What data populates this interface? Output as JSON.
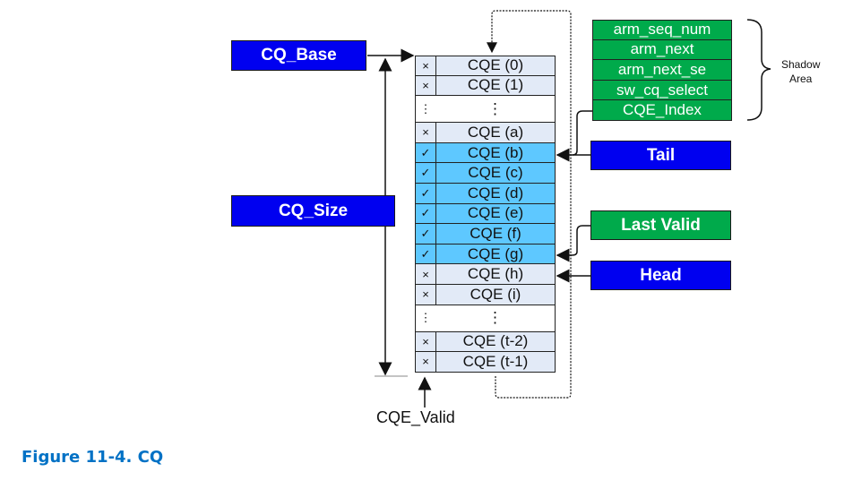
{
  "pointers": {
    "cq_base": "CQ_Base",
    "cq_size": "CQ_Size",
    "tail": "Tail",
    "last_valid": "Last Valid",
    "head": "Head"
  },
  "queue": {
    "rows": [
      {
        "flag": "×",
        "name": "CQE (0)",
        "state": "invalid"
      },
      {
        "flag": "×",
        "name": "CQE (1)",
        "state": "invalid"
      },
      {
        "flag": "⋮",
        "name": "⋮",
        "state": "gap"
      },
      {
        "flag": "×",
        "name": "CQE (a)",
        "state": "invalid"
      },
      {
        "flag": "✓",
        "name": "CQE (b)",
        "state": "valid"
      },
      {
        "flag": "✓",
        "name": "CQE (c)",
        "state": "valid"
      },
      {
        "flag": "✓",
        "name": "CQE (d)",
        "state": "valid"
      },
      {
        "flag": "✓",
        "name": "CQE (e)",
        "state": "valid"
      },
      {
        "flag": "✓",
        "name": "CQE (f)",
        "state": "valid"
      },
      {
        "flag": "✓",
        "name": "CQE (g)",
        "state": "valid"
      },
      {
        "flag": "×",
        "name": "CQE (h)",
        "state": "invalid"
      },
      {
        "flag": "×",
        "name": "CQE (i)",
        "state": "invalid"
      },
      {
        "flag": "⋮",
        "name": "⋮",
        "state": "gap"
      },
      {
        "flag": "×",
        "name": "CQE (t-2)",
        "state": "invalid"
      },
      {
        "flag": "×",
        "name": "CQE (t-1)",
        "state": "invalid"
      }
    ],
    "valid_column_label": "CQE_Valid"
  },
  "shadow_area": {
    "fields": [
      "arm_seq_num",
      "arm_next",
      "arm_next_se",
      "sw_cq_select",
      "CQE_Index"
    ],
    "label_line1": "Shadow",
    "label_line2": "Area"
  },
  "caption": "Figure 11-4. CQ",
  "colors": {
    "pointer_blue": "#0000f0",
    "pointer_green": "#00aa4b",
    "valid_entry": "#5ec8ff",
    "invalid_entry": "#e2eaf7",
    "caption": "#0071c5"
  }
}
